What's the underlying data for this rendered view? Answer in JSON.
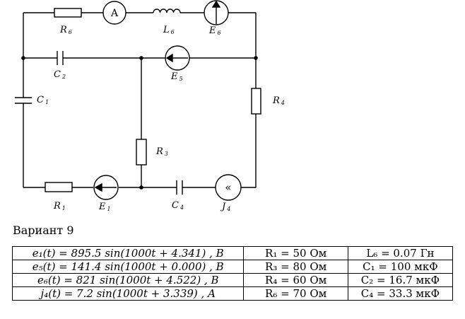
{
  "circuit": {
    "labels": {
      "R6": "R",
      "R6_sub": "6",
      "A": "A",
      "L6": "L",
      "L6_sub": "6",
      "E6": "E",
      "E6_sub": "6",
      "C2": "C",
      "C2_sub": "2",
      "E5": "E",
      "E5_sub": "5",
      "C1": "C",
      "C1_sub": "1",
      "R4": "R",
      "R4_sub": "4",
      "R3": "R",
      "R3_sub": "3",
      "R1": "R",
      "R1_sub": "1",
      "E1": "E",
      "E1_sub": "1",
      "C4": "C",
      "C4_sub": "4",
      "J4": "J",
      "J4_sub": "4",
      "J4_symbol": "«"
    }
  },
  "variant": "Вариант 9",
  "table": {
    "rows": [
      [
        "e₁(t) = 895.5 sin(1000t + 4.341) , B",
        "R₁ = 50 Ом",
        "L₆ = 0.07 Гн"
      ],
      [
        "e₅(t) = 141.4 sin(1000t + 0.000) , B",
        "R₃ = 80 Ом",
        "C₁ = 100 мкФ"
      ],
      [
        "e₆(t) = 821 sin(1000t + 4.522) , B",
        "R₄ = 60 Ом",
        "C₂ = 16.7 мкФ"
      ],
      [
        "j₄(t) = 7.2 sin(1000t + 3.339) , A",
        "R₆ = 70 Ом",
        "C₄ = 33.3 мкФ"
      ]
    ]
  }
}
